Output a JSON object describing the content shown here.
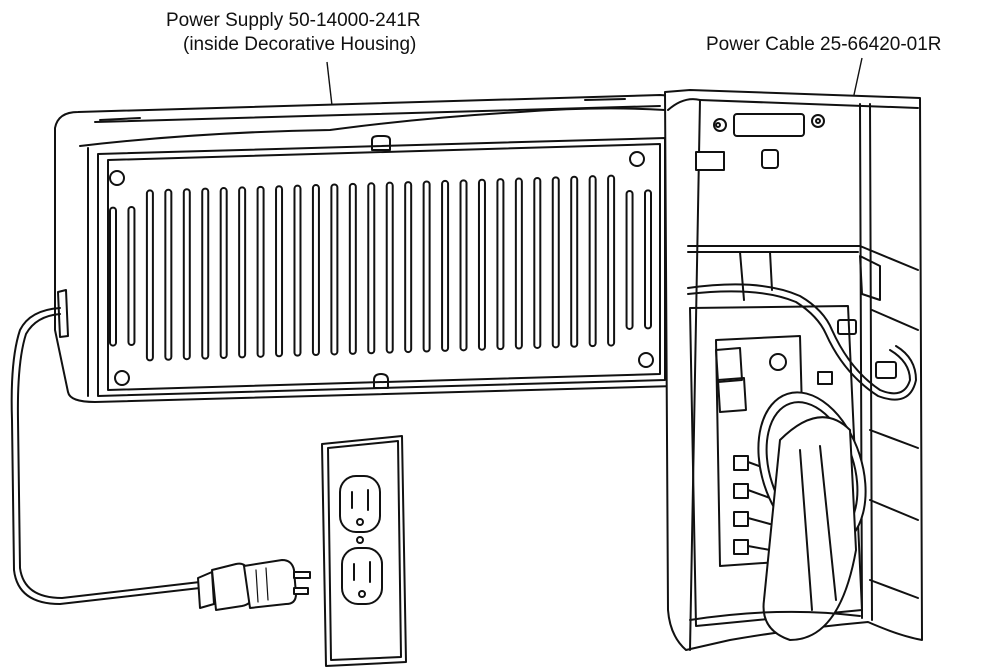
{
  "callouts": {
    "power_supply_line1": "Power Supply 50-14000-241R",
    "power_supply_line2": "(inside Decorative Housing)",
    "power_cable": "Power Cable 25-66420-01R"
  }
}
